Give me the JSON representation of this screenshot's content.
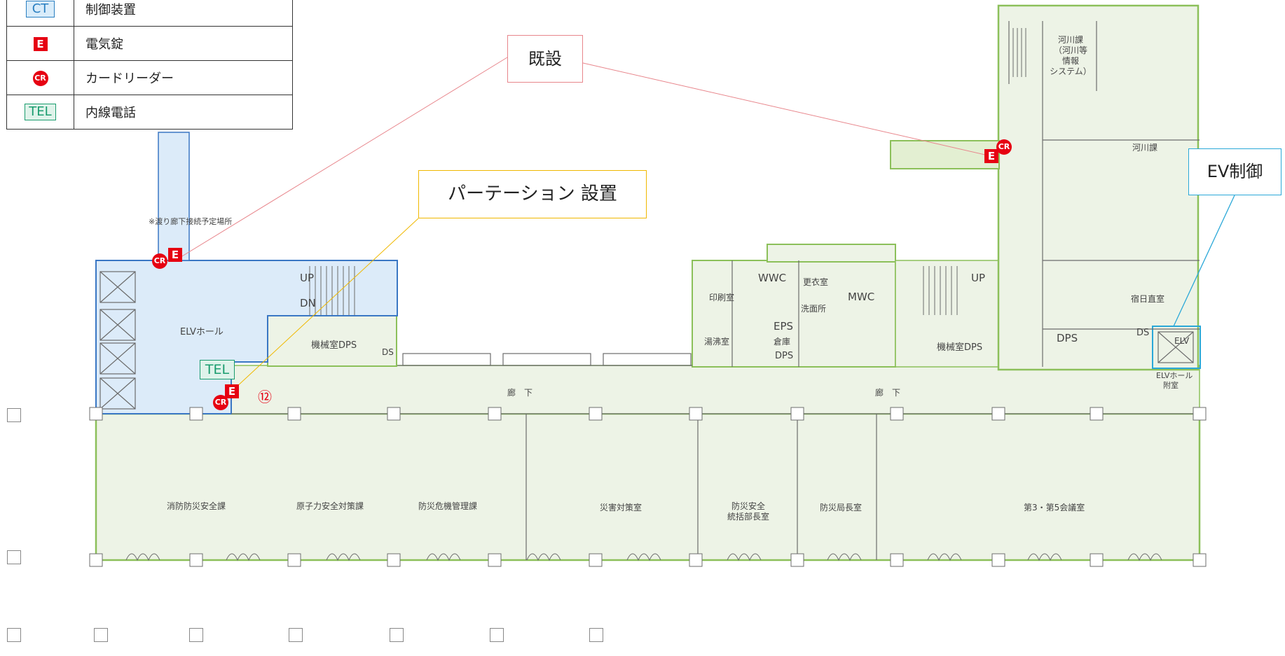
{
  "legend": [
    {
      "symbol": "CT",
      "label": "制御装置"
    },
    {
      "symbol": "E",
      "label": "電気錠"
    },
    {
      "symbol": "CR",
      "label": "カードリーダー"
    },
    {
      "symbol": "TEL",
      "label": "内線電話"
    }
  ],
  "callouts": {
    "existing": "既設",
    "partition": "パーテーション 設置",
    "ev_control": "EV制御"
  },
  "markers": {
    "tel": "TEL",
    "e": "E",
    "cr": "CR",
    "number": "⑫"
  },
  "rooms": {
    "bridge_note": "※渡り廊下接続予定場所",
    "elv_hall": "ELVホール",
    "up": "UP",
    "dn": "DN",
    "machine_dps_left": "機械室DPS",
    "ds_left": "DS",
    "print_room": "印刷室",
    "cleaning": "湯沸室",
    "wc_w": "WWC",
    "changing": "更衣室",
    "washroom": "洗面所",
    "wc_m": "MWC",
    "eps": "EPS",
    "storage": "倉庫",
    "dps_small": "DPS",
    "up_right": "UP",
    "machine_dps_right": "機械室DPS",
    "river_sys": "河川課\n（河川等\n情報\nシステム）",
    "river": "河川課",
    "night_duty": "宿日直室",
    "dps_right": "DPS",
    "ds_right": "DS",
    "elv_right": "ELV",
    "elv_hall_right": "ELVホール",
    "annex": "附室",
    "corridor_left": "廊　下",
    "corridor_right": "廊　下",
    "fire_safety": "消防防災安全課",
    "nuclear": "原子力安全対策課",
    "crisis": "防災危機管理課",
    "disaster": "災害対策室",
    "director": "防災安全\n統括部長室",
    "bureau_chief": "防災局長室",
    "conference": "第3・第5会議室"
  },
  "colors": {
    "wall": "#6c6c6c",
    "green_fill": "#edf3e6",
    "green_line": "#8cc05a",
    "blue_fill": "#dcebf9",
    "blue_line": "#3a77c4",
    "red": "#e60012",
    "pink_line": "#e8868c",
    "orange_line": "#f0b800",
    "cyan_line": "#2aa8d8"
  }
}
